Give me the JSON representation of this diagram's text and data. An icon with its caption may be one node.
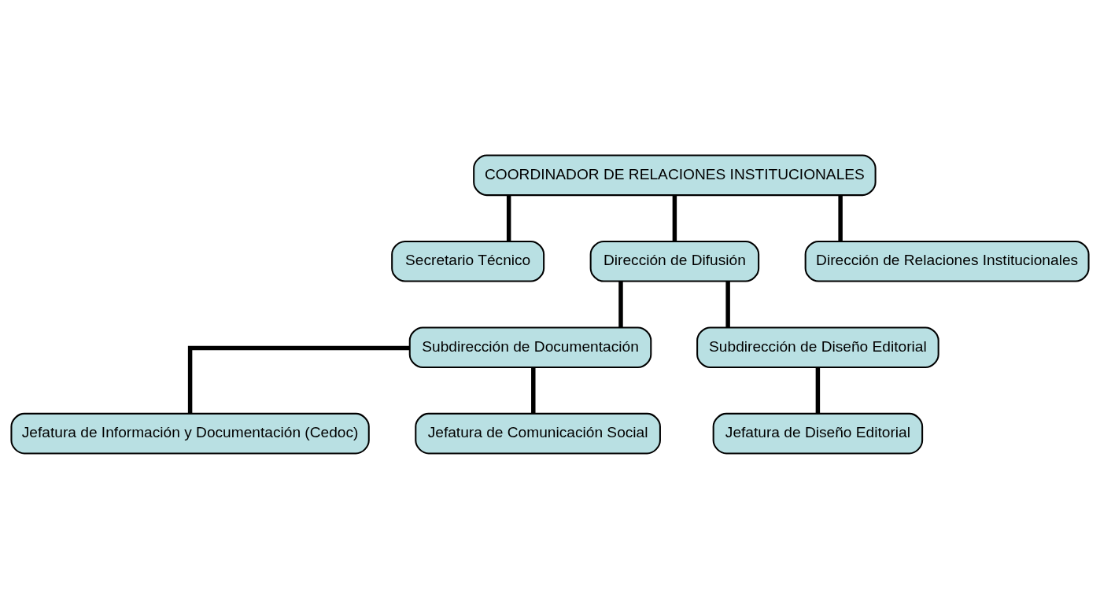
{
  "diagram": {
    "nodes": [
      {
        "text": [
          "COORDINADOR DE RELACIONES INSTITUCIONALES"
        ]
      },
      {
        "text": [
          "Secretario Técnico"
        ]
      },
      {
        "text": [
          "Dirección de Difusión"
        ]
      },
      {
        "text": [
          "Dirección de Relaciones Institucionales"
        ]
      },
      {
        "text": [
          "Subdirección de Documentación"
        ]
      },
      {
        "text": [
          "Subdirección de Diseño Editorial"
        ]
      },
      {
        "text": [
          "Jefatura de Información y Documentación (Cedoc)"
        ]
      },
      {
        "text": [
          "Jefatura de Diseño Editorial"
        ]
      },
      {
        "text": [
          "Jefatura de Comunicación Social"
        ]
      }
    ],
    "edges": [
      {
        "from": 0,
        "to": 1,
        "arrow": "none"
      },
      {
        "from": 0,
        "to": 2,
        "arrow": "none"
      },
      {
        "from": 0,
        "to": 3,
        "arrow": "none"
      },
      {
        "from": 2,
        "to": 4,
        "arrow": "none"
      },
      {
        "from": 2,
        "to": 5,
        "arrow": "none"
      },
      {
        "from": 4,
        "to": 6,
        "arrow": "none"
      },
      {
        "from": 4,
        "to": 8,
        "arrow": "none"
      },
      {
        "from": 5,
        "to": 7,
        "arrow": "none"
      }
    ]
  }
}
